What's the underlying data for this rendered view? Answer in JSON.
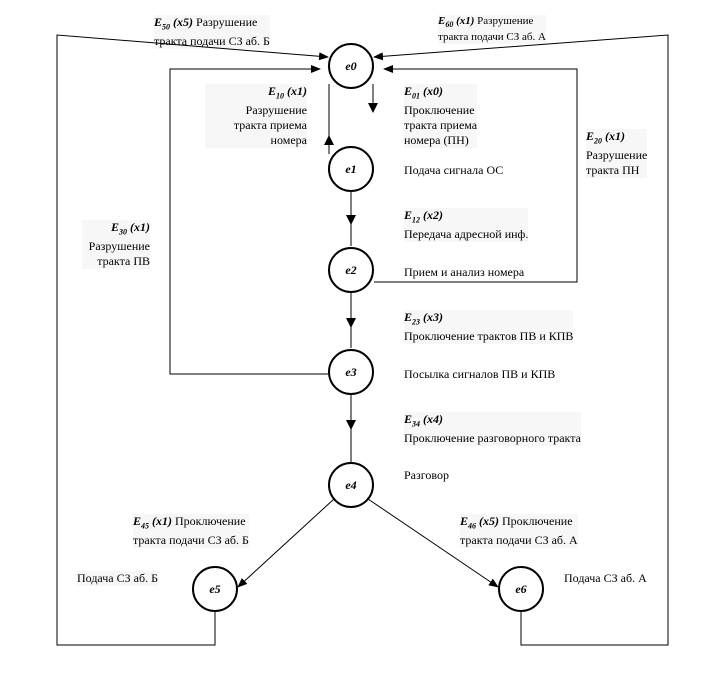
{
  "nodes": [
    {
      "id": "e0",
      "label": "e0"
    },
    {
      "id": "e1",
      "label": "e1"
    },
    {
      "id": "e2",
      "label": "e2"
    },
    {
      "id": "e3",
      "label": "e3"
    },
    {
      "id": "e4",
      "label": "e4"
    },
    {
      "id": "e5",
      "label": "e5"
    },
    {
      "id": "e6",
      "label": "e6"
    }
  ],
  "state_labels": {
    "e1": "Подача сигнала ОС",
    "e2": "Прием и анализ номера",
    "e3": "Посылка сигналов ПВ и КПВ",
    "e4": "Разговор",
    "e5": "Подача СЗ аб. Б",
    "e6": "Подача СЗ аб. А"
  },
  "transitions": {
    "E50": {
      "code": "E",
      "sub": "50",
      "rate": " (x5)",
      "line1": " Разрушение",
      "line2": "тракта подачи СЗ аб. Б"
    },
    "E60": {
      "code": "E",
      "sub": "60",
      "rate": " (x1)",
      "line1": " Разрушение",
      "line2": "тракта подачи СЗ аб. А"
    },
    "E10": {
      "code": "E",
      "sub": "10",
      "rate": " (x1)",
      "line1": "Разрушение",
      "line2": "тракта приема",
      "line3": "номера"
    },
    "E01": {
      "code": "E",
      "sub": "01",
      "rate": " (x0)",
      "line1": "Проключение",
      "line2": "тракта приема",
      "line3": "номера (ПН)"
    },
    "E20": {
      "code": "E",
      "sub": "20",
      "rate": " (x1)",
      "line1": "Разрушение",
      "line2": "тракта ПН"
    },
    "E30": {
      "code": "E",
      "sub": "30",
      "rate": " (x1)",
      "line1": "Разрушение",
      "line2": "тракта ПВ"
    },
    "E12": {
      "code": "E",
      "sub": "12",
      "rate": " (x2)",
      "line1": "Передача адресной  инф."
    },
    "E23": {
      "code": "E",
      "sub": "23",
      "rate": " (x3)",
      "line1": "Проключение трактов ПВ и КПВ"
    },
    "E34": {
      "code": "E",
      "sub": "34",
      "rate": " (x4)",
      "line1": "Проключение разговорного тракта"
    },
    "E45": {
      "code": "E",
      "sub": "45",
      "rate": " (x1)",
      "line1": " Проключение",
      "line2": "тракта подачи СЗ аб. Б"
    },
    "E46": {
      "code": "E",
      "sub": "46",
      "rate": " (x5)",
      "line1": " Проключение",
      "line2": "тракта подачи СЗ аб. А"
    }
  }
}
